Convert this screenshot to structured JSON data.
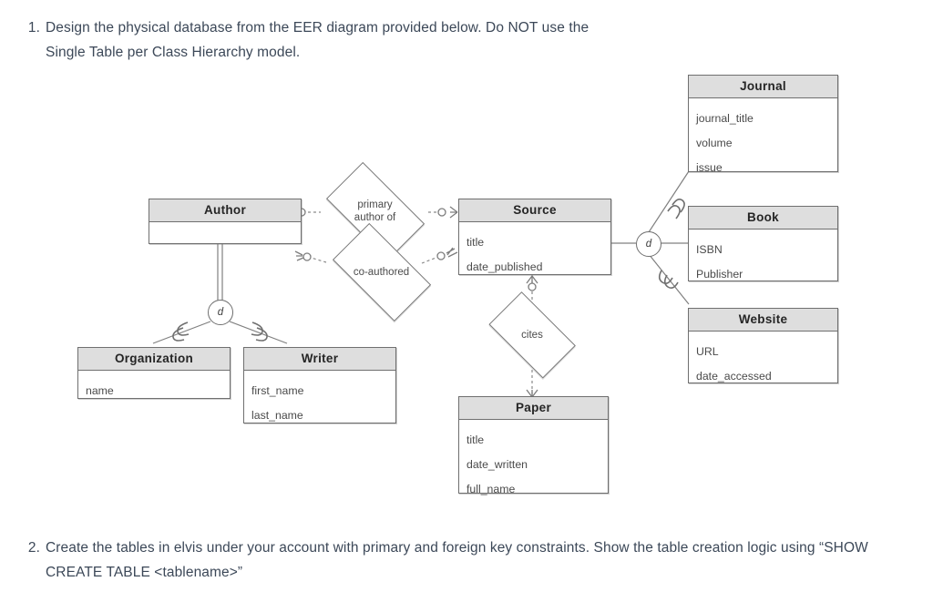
{
  "questions": [
    {
      "number": "1.",
      "text": "Design the physical database from the EER diagram provided below. Do NOT use the Single Table per Class Hierarchy model."
    },
    {
      "number": "2.",
      "text": "Create the tables in elvis under your account with primary and foreign key constraints.  Show the table creation logic using “SHOW CREATE TABLE <tablename>”"
    }
  ],
  "diagram": {
    "type": "eer-diagram",
    "entities": [
      {
        "name": "Author",
        "attributes": []
      },
      {
        "name": "Source",
        "attributes": [
          "title",
          "date_published"
        ]
      },
      {
        "name": "Journal",
        "attributes": [
          "journal_title",
          "volume",
          "issue"
        ]
      },
      {
        "name": "Book",
        "attributes": [
          "ISBN",
          "Publisher"
        ]
      },
      {
        "name": "Website",
        "attributes": [
          "URL",
          "date_accessed"
        ]
      },
      {
        "name": "Organization",
        "attributes": [
          "name"
        ]
      },
      {
        "name": "Writer",
        "attributes": [
          "first_name",
          "last_name"
        ]
      },
      {
        "name": "Paper",
        "attributes": [
          "title",
          "date_written",
          "full_name"
        ]
      }
    ],
    "relationships": [
      {
        "label": "primary\nauthor of",
        "from": "Author",
        "to": "Source",
        "from_cardinality": "one-and-only-one",
        "to_cardinality": "zero-or-many"
      },
      {
        "label": "co-authored",
        "from": "Author",
        "to": "Source",
        "from_cardinality": "zero-or-many",
        "to_cardinality": "zero-or-many"
      },
      {
        "label": "cites",
        "from": "Source",
        "to": "Paper",
        "from_cardinality": "zero-or-many",
        "to_cardinality": "one-or-many"
      }
    ],
    "specializations": [
      {
        "symbol": "d",
        "type": "disjoint",
        "supertype": "Source",
        "subtypes": [
          "Journal",
          "Book",
          "Website"
        ]
      },
      {
        "symbol": "d",
        "type": "disjoint",
        "supertype": "Author",
        "subtypes": [
          "Organization",
          "Writer"
        ]
      }
    ],
    "colors": {
      "entity_header_fill": "#dedede",
      "entity_border": "#6f6f6f",
      "line": "#808080",
      "text": "#4a4a4a",
      "question_text": "#3c4858"
    }
  }
}
